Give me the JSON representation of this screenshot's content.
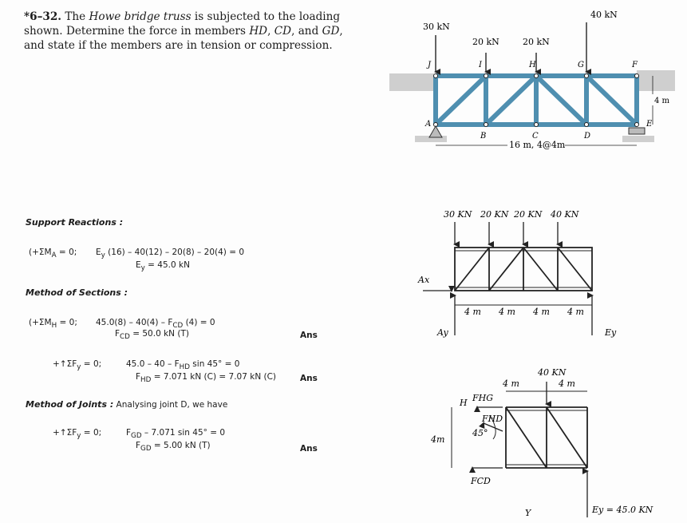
{
  "problem": {
    "number": "*6–32.",
    "line1_a": "The ",
    "line1_em": "Howe bridge truss",
    "line1_b": " is subjected to the loading",
    "line2_a": "shown. Determine the force in members ",
    "line2_em1": "HD",
    "line2_s1": ", ",
    "line2_em2": "CD",
    "line2_s2": ", and ",
    "line2_em3": "GD",
    "line2_s3": ",",
    "line3": "and state if the members are in tension or compression."
  },
  "figure": {
    "loads": [
      "30 kN",
      "20 kN",
      "20 kN",
      "40 kN"
    ],
    "top_joints": [
      "J",
      "I",
      "H",
      "G",
      "F"
    ],
    "bottom_joints": [
      "A",
      "B",
      "C",
      "D",
      "E"
    ],
    "span": "16 m, 4@4m",
    "height": "4 m"
  },
  "solution": {
    "support_heading": "Support Reactions :",
    "eq1_moment": "(+ΣM",
    "eq1_sub": "A",
    "eq1_rest": " = 0;",
    "eq1_expr": "E",
    "eq1_expr_sub": "y",
    "eq1_expr_rest": " (16) – 40(12) – 20(8) – 20(4) = 0",
    "eq1_result": "E",
    "eq1_result_sub": "y",
    "eq1_result_rest": " = 45.0 kN",
    "sections_heading": "Method of Sections :",
    "eq2_moment": "(+ΣM",
    "eq2_sub": "H",
    "eq2_rest": " = 0;",
    "eq2_expr": "45.0(8) – 40(4) – F",
    "eq2_expr_sub": "CD",
    "eq2_expr_rest": " (4) = 0",
    "eq2_result": "F",
    "eq2_result_sub": "CD",
    "eq2_result_rest": " = 50.0 kN (T)",
    "eq3_sum": "+↑ΣF",
    "eq3_sub": "y",
    "eq3_rest": " = 0;",
    "eq3_expr": "45.0 – 40 – F",
    "eq3_expr_sub": "HD",
    "eq3_expr_rest": " sin 45° = 0",
    "eq3_result": "F",
    "eq3_result_sub": "HD",
    "eq3_result_rest": " = 7.071 kN (C) = 7.07 kN (C)",
    "joints_heading": "Method of Joints :",
    "joints_text": " Analysing joint D, we have",
    "eq4_sum": "+↑ΣF",
    "eq4_sub": "y",
    "eq4_rest": " = 0;",
    "eq4_expr": "F",
    "eq4_expr_sub": "GD",
    "eq4_expr_rest": " – 7.071 sin 45° = 0",
    "eq4_result": "F",
    "eq4_result_sub": "GD",
    "eq4_result_rest": " = 5.00 kN (T)",
    "ans1": "Ans",
    "ans2": "Ans",
    "ans3": "Ans"
  },
  "sketch1": {
    "loads": [
      "30 KN",
      "20 KN",
      "20 KN",
      "40 KN"
    ],
    "ax": "Ax",
    "ay": "Ay",
    "ey": "Ey",
    "panels": [
      "4 m",
      "4 m",
      "4 m",
      "4 m"
    ]
  },
  "sketch2": {
    "load": "40 KN",
    "dim_top1": "4 m",
    "dim_top2": "4 m",
    "h": "H",
    "fhg": "FHG",
    "fhd": "FHD",
    "angle": "45°",
    "dim_side": "4m",
    "fcd": "FCD",
    "y": "Y",
    "ey": "Ey = 45.0 KN"
  }
}
